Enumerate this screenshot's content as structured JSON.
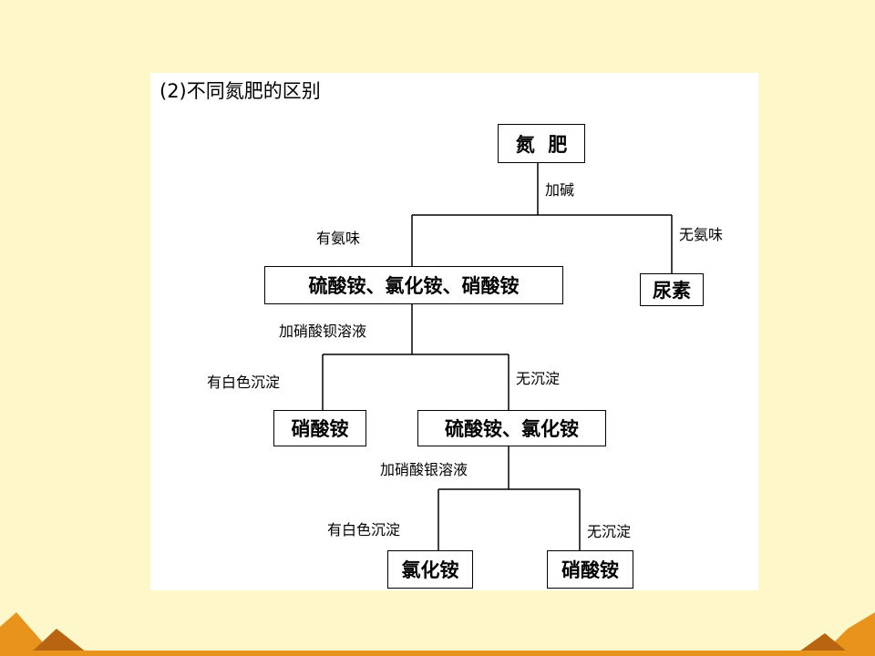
{
  "heading": "(2)不同氮肥的区别",
  "nodes": {
    "root": "氮  肥",
    "ammonium_group": "硫酸铵、氯化铵、硝酸铵",
    "urea": "尿素",
    "ammonium_nitrate_1": "硝酸铵",
    "sulfate_chloride": "硫酸铵、氯化铵",
    "ammonium_chloride": "氯化铵",
    "ammonium_nitrate_2": "硝酸铵"
  },
  "edge_labels": {
    "add_base": "加碱",
    "has_ammonia_smell": "有氨味",
    "no_ammonia_smell": "无氨味",
    "add_barium_nitrate": "加硝酸钡溶液",
    "white_precipitate_1": "有白色沉淀",
    "no_precipitate_1": "无沉淀",
    "add_silver_nitrate": "加硝酸银溶液",
    "white_precipitate_2": "有白色沉淀",
    "no_precipitate_2": "无沉淀"
  },
  "colors": {
    "background": "#fdf7c9",
    "panel": "#ffffff",
    "decoration_orange": "#e8941c",
    "decoration_dark": "#b86410"
  }
}
